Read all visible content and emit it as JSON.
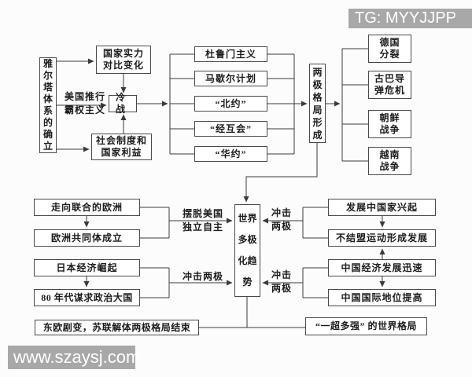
{
  "watermarks": {
    "top_right": "TG: MYYJJPP",
    "bottom_left": "www.szaysj.com"
  },
  "colors": {
    "background": "#fcfcfc",
    "line": "#3a3a3a",
    "box_border": "#4a4a4a",
    "text": "#1c1c1c",
    "watermark_bg": "#a8a8a8",
    "watermark_text": "#ffffff"
  },
  "nodes": {
    "yalta": "雅\n尔\n塔\n体\n系\n的\n确\n立",
    "strength": "国家实力\n对比变化",
    "coldwar": "冷战",
    "social": "社会制度和\n国家利益",
    "truman": "杜鲁门主义",
    "marshall": "马歇尔计划",
    "nato": "“北约”",
    "comecon": "“经互会”",
    "warsaw": "“华约”",
    "bipolar": "两\n极\n格\n局\n形\n成",
    "germany": "德国\n分裂",
    "cuba": "古巴导\n弹危机",
    "korea": "朝鲜\n战争",
    "vietnam": "越南\n战争",
    "europe_union": "走向联合的欧洲",
    "european_community": "欧洲共同体成立",
    "japan_economy": "日本经济崛起",
    "japan_political": "80 年代谋求政治大国",
    "eastern_europe": "东欧剧变，苏联解体两极格局结束",
    "multipolar": "世界\n多极\n化趋\n势",
    "developing": "发展中国家兴起",
    "nonaligned": "不结盟运动形成发展",
    "china_economy": "中国经济发展迅速",
    "china_status": "中国国际地位提高",
    "one_super": "“一超多强” 的世界格局"
  },
  "edge_labels": {
    "us_hegemony": "美国推行\n霸权主义",
    "independence": "摆脱美国\n独立自主",
    "impact_left": "冲击两极",
    "impact_right_top": "冲击\n两极",
    "impact_right_bottom": "冲击\n两极"
  }
}
